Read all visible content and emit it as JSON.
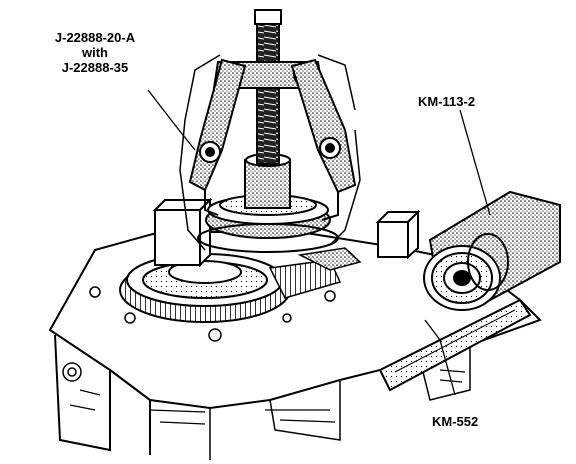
{
  "callouts": {
    "tool_a_line1": "J-22888-20-A",
    "tool_a_line2": "with",
    "tool_a_line3": "J-22888-35",
    "tool_b": "KM-113-2",
    "tool_c": "KM-552"
  },
  "colors": {
    "ink": "#000000",
    "paper": "#ffffff",
    "stipple": "#9a9a9a"
  }
}
